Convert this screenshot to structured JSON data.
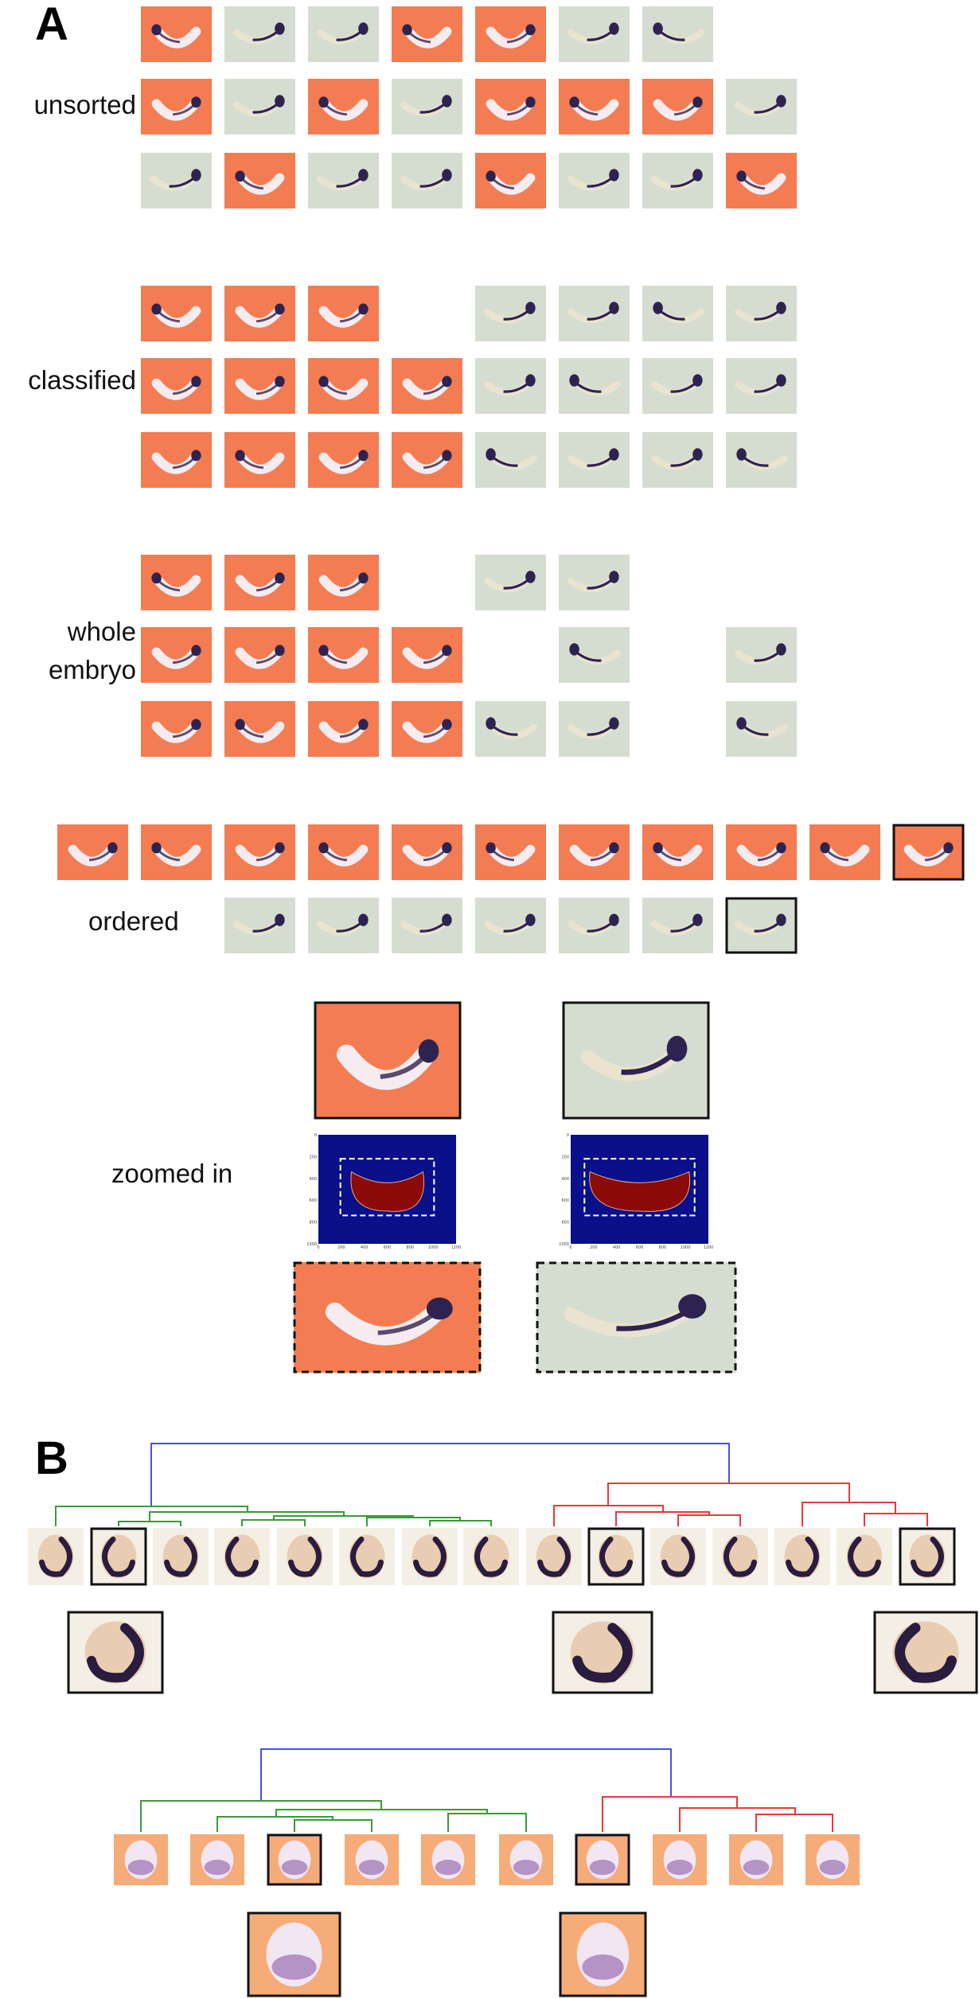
{
  "panel_labels": {
    "a": "A",
    "b": "B"
  },
  "row_labels": {
    "unsorted": "unsorted",
    "classified": "classified",
    "whole_embryo_line1": "whole",
    "whole_embryo_line2": "embryo",
    "ordered": "ordered",
    "zoomed_in": "zoomed in"
  },
  "colors": {
    "orange_bg": "#f47c52",
    "green_bg": "#d5ddd0",
    "cream_bg": "#f4efe4",
    "peach_bg": "#f5ac78",
    "stain": "#2e2350",
    "mask_bg": "#0a0f8a",
    "mask_fg": "#8b0a0a",
    "cluster_root": "#4a4cf0",
    "cluster_left": "#3a9a3a",
    "cluster_right": "#e8393c"
  },
  "panel_a": {
    "unsorted": [
      [
        "O",
        "G",
        "G",
        "O",
        "O",
        "G",
        "G",
        ""
      ],
      [
        "O",
        "G",
        "O",
        "G",
        "O",
        "O",
        "O",
        "G"
      ],
      [
        "G",
        "O",
        "G",
        "G",
        "O",
        "G",
        "G",
        "O"
      ]
    ],
    "classified": [
      [
        "O",
        "O",
        "O",
        "",
        "G",
        "G",
        "G",
        "G"
      ],
      [
        "O",
        "O",
        "O",
        "O",
        "G",
        "G",
        "G",
        "G"
      ],
      [
        "O",
        "O",
        "O",
        "O",
        "G",
        "G",
        "G",
        "G"
      ]
    ],
    "whole_embryo": [
      [
        "O",
        "O",
        "O",
        "",
        "G",
        "G",
        "",
        ""
      ],
      [
        "O",
        "O",
        "O",
        "O",
        "",
        "G",
        "",
        "G"
      ],
      [
        "O",
        "O",
        "O",
        "O",
        "G",
        "G",
        "",
        "G"
      ]
    ],
    "ordered_orange_count": 11,
    "ordered_green_count": 7,
    "mask_plot": {
      "x_ticks": [
        "0",
        "200",
        "400",
        "600",
        "800",
        "1000",
        "1200"
      ],
      "y_ticks": [
        "0",
        "200",
        "400",
        "600",
        "800",
        "1000"
      ]
    }
  },
  "panel_b": {
    "dendrogram_1": {
      "leaf_count": 15,
      "left_cluster_size": 8,
      "framed_leaves": [
        1,
        9,
        14
      ]
    },
    "dendrogram_2": {
      "leaf_count": 10,
      "left_cluster_size": 6,
      "framed_leaves": [
        2,
        6
      ]
    }
  }
}
